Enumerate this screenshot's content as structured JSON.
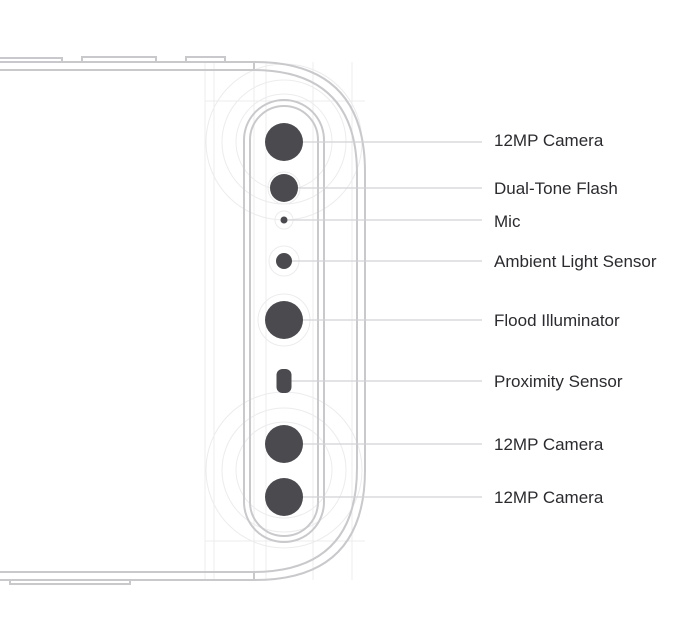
{
  "diagram": {
    "colors": {
      "outline": "#c9c9cc",
      "guide": "#ececee",
      "sensor": "#4a4a4f",
      "leader": "#d2d2d5",
      "label": "#2b2b2f"
    },
    "callouts": [
      {
        "id": "camera-top",
        "label": "12MP Camera",
        "shape": "lens-large"
      },
      {
        "id": "flash",
        "label": "Dual-Tone Flash",
        "shape": "lens-medium"
      },
      {
        "id": "mic",
        "label": "Mic",
        "shape": "dot-small"
      },
      {
        "id": "ambient-light",
        "label": "Ambient Light Sensor",
        "shape": "dot-medium"
      },
      {
        "id": "flood",
        "label": "Flood Illuminator",
        "shape": "lens-large"
      },
      {
        "id": "proximity",
        "label": "Proximity Sensor",
        "shape": "pill"
      },
      {
        "id": "camera-middle",
        "label": "12MP Camera",
        "shape": "lens-large"
      },
      {
        "id": "camera-bottom",
        "label": "12MP Camera",
        "shape": "lens-large"
      }
    ]
  }
}
